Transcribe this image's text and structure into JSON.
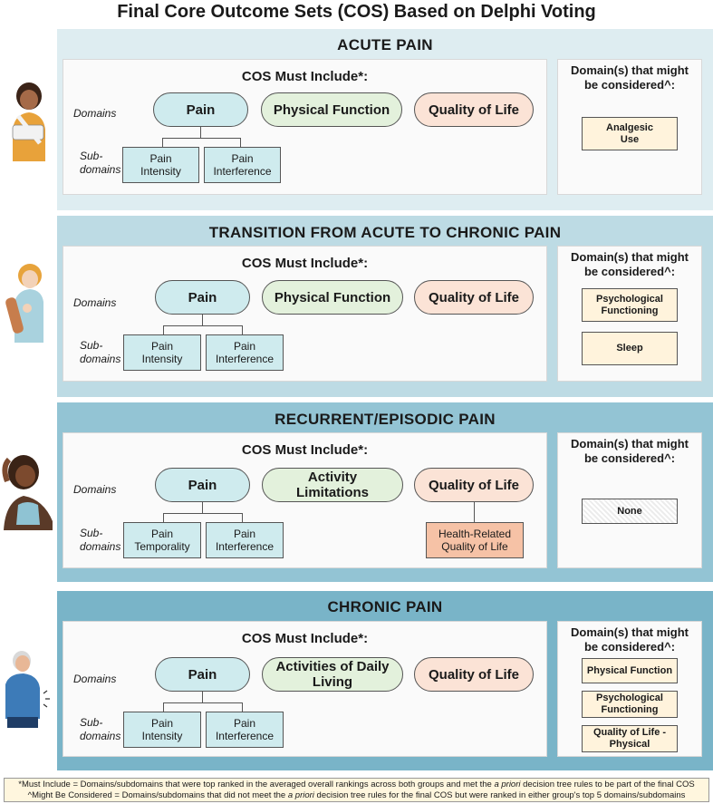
{
  "title": "Final Core Outcome Sets (COS) Based on Delphi Voting",
  "labels": {
    "cos_must": "COS Must Include*:",
    "consider": "Domain(s) that might be considered^:",
    "domains": "Domains",
    "sub_domains": "Sub-\ndomains"
  },
  "colors": {
    "acute": "#deedf1",
    "transition": "#bddbe4",
    "recurrent": "#93c4d4",
    "chronic": "#79b4c8"
  },
  "panels": [
    {
      "title": "ACUTE PAIN",
      "domains": [
        "Pain",
        "Physical Function",
        "Quality of Life"
      ],
      "subdomains": [
        "Pain\nIntensity",
        "Pain\nInterference"
      ],
      "consider": [
        "Analgesic\nUse"
      ]
    },
    {
      "title": "TRANSITION FROM ACUTE TO CHRONIC PAIN",
      "domains": [
        "Pain",
        "Physical Function",
        "Quality of Life"
      ],
      "subdomains": [
        "Pain\nIntensity",
        "Pain\nInterference"
      ],
      "consider": [
        "Psychological\nFunctioning",
        "Sleep"
      ]
    },
    {
      "title": "RECURRENT/EPISODIC PAIN",
      "domains": [
        "Pain",
        "Activity\nLimitations",
        "Quality of Life"
      ],
      "subdomains": [
        "Pain\nTemporality",
        "Pain\nInterference"
      ],
      "qol_sub": "Health-Related\nQuality of Life",
      "consider": [
        "None"
      ]
    },
    {
      "title": "CHRONIC PAIN",
      "domains": [
        "Pain",
        "Activities of Daily\nLiving",
        "Quality of Life"
      ],
      "subdomains": [
        "Pain\nIntensity",
        "Pain\nInterference"
      ],
      "consider": [
        "Physical Function",
        "Psychological\nFunctioning",
        "Quality of Life -\nPhysical"
      ]
    }
  ],
  "footnote": {
    "line1_a": "*Must Include = Domains/subdomains that were top ranked in the averaged overall rankings across both groups and met the ",
    "line1_em": "a priori",
    "line1_b": " decision tree rules to be part of the final COS",
    "line2_a": "^Might Be Considered = Domains/subdomains that did not meet the ",
    "line2_em": "a priori",
    "line2_b": " decision tree rules for the final COS but were ranked in either group's top 5 domains/subdomains"
  }
}
